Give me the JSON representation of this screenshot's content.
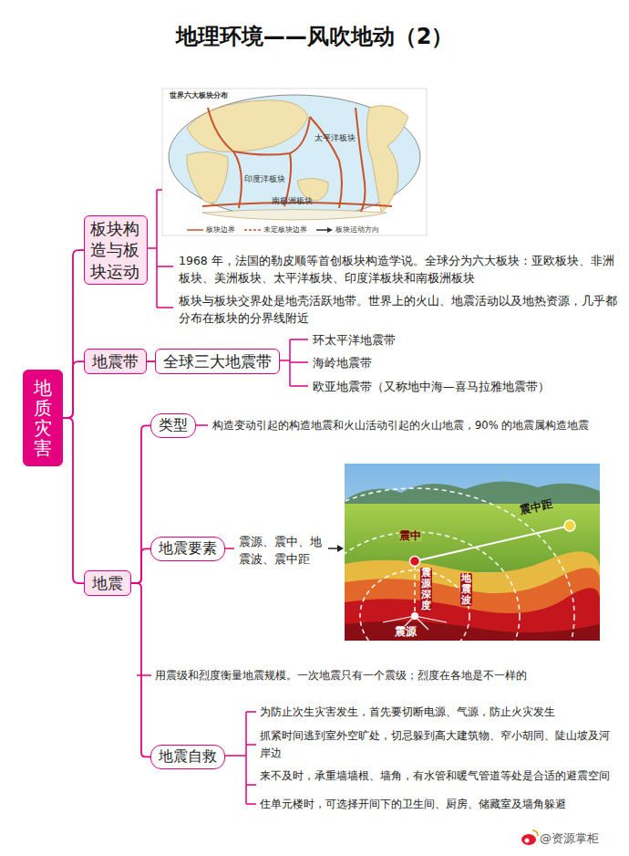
{
  "diagram": {
    "title": "地理环境——风吹地动（2）",
    "nodes": [
      {
        "text": [
          "地质灾害"
        ]
      },
      {
        "text": [
          "板块构造与板块运动"
        ]
      },
      {
        "text": [
          "地震带"
        ]
      },
      {
        "text": [
          "全球三大地震带"
        ]
      },
      {
        "text": [
          "地震"
        ]
      },
      {
        "text": [
          "类型"
        ]
      },
      {
        "text": [
          "地震要素"
        ]
      },
      {
        "text": [
          "地震自救"
        ]
      }
    ],
    "edges": [
      {
        "from": 0,
        "to": 1,
        "arrow": "none"
      },
      {
        "from": 0,
        "to": 2,
        "arrow": "none"
      },
      {
        "from": 0,
        "to": 4,
        "arrow": "none"
      },
      {
        "from": 2,
        "to": 3,
        "arrow": "none"
      },
      {
        "from": 4,
        "to": 5,
        "arrow": "none"
      },
      {
        "from": 4,
        "to": 6,
        "arrow": "none"
      },
      {
        "from": 4,
        "to": 7,
        "arrow": "none"
      }
    ],
    "labels": [
      "1968 年，法国的勒皮顺等首创板块构造学说。全球分为六大板块：亚欧板块、非洲板块、美洲板块、太平洋板块、印度洋板块和南极洲板块",
      "板块与板块交界处是地壳活跃地带。世界上的火山、地震活动以及地热资源，几乎都分布在板块的分界线附近",
      "环太平洋地震带",
      "海岭地震带",
      "欧亚地震带（又称地中海—喜马拉雅地震带）",
      "构造变动引起的构造地震和火山活动引起的火山地震，90% 的地震属构造地震",
      "震源、震中、地震波、震中距",
      "用震级和烈度衡量地震规模。一次地震只有一个震级；烈度在各地是不一样的",
      "为防止次生灾害发生，首先要切断电源、气源，防止火灾发生",
      "抓紧时间逃到室外空旷处，切忌躲到高大建筑物、窄小胡同、陡山坡及河岸边",
      "来不及时，承重墙墙根、墙角，有水管和暖气管道等处是合适的避震空间",
      "住单元楼时，可选择开间下的卫生间、厨房、储藏室及墙角躲避",
      "世界六大板块分布",
      "太平洋板块",
      "印度洋板块",
      "南极洲板块",
      "震中距",
      "震中",
      "震源深度",
      "地震波",
      "震源",
      "@资源掌柜"
    ],
    "legend": [
      {
        "text": "板块边界"
      },
      {
        "text": "未定板块边界"
      },
      {
        "text": "板块运动方向"
      }
    ]
  }
}
